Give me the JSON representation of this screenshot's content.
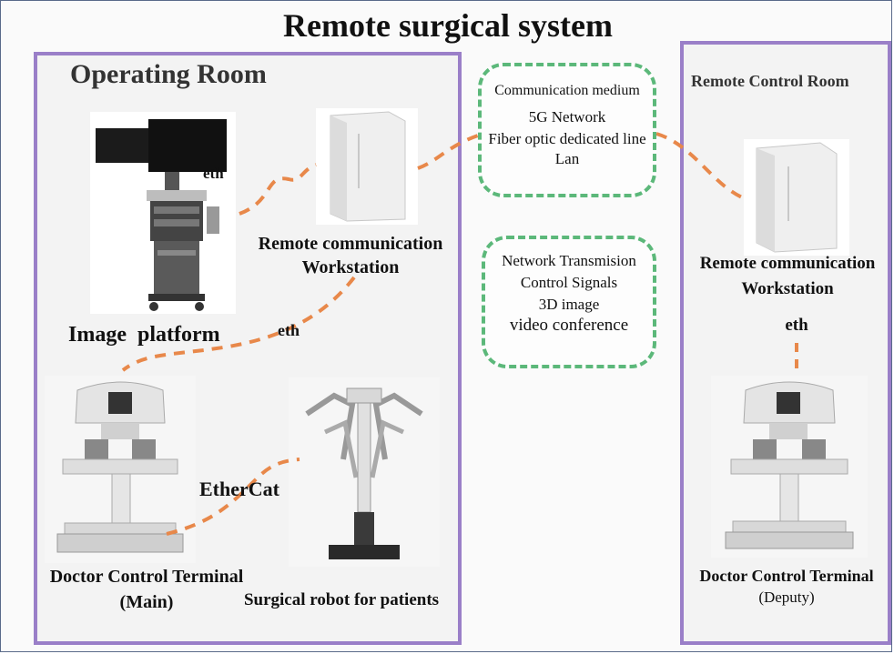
{
  "title": "Remote surgical system",
  "operating_room": {
    "title": "Operating Room",
    "image_platform": "Image  platform",
    "workstation_line1": "Remote communication",
    "workstation_line2": "Workstation",
    "doctor_terminal_line1": "Doctor Control Terminal",
    "doctor_terminal_line2": "(Main)",
    "robot": "Surgical robot for patients",
    "eth_top": "eth",
    "eth_mid": "eth",
    "ethercat": "EtherCat"
  },
  "remote_room": {
    "title": "Remote Control Room",
    "workstation_line1": "Remote communication",
    "workstation_line2": "Workstation",
    "eth": "eth",
    "doctor_terminal_line1": "Doctor Control Terminal",
    "doctor_terminal_line2": "(Deputy)"
  },
  "communication_box": {
    "heading": "Communication medium",
    "items": [
      "5G Network",
      "Fiber optic dedicated line",
      "Lan"
    ]
  },
  "transmission_box": {
    "items": [
      "Network Transmision",
      "Control Signals",
      "3D image",
      "video conference"
    ]
  },
  "colors": {
    "room_border": "#9a7fc8",
    "box_border": "#5cb87a",
    "link": "#e8884a"
  }
}
